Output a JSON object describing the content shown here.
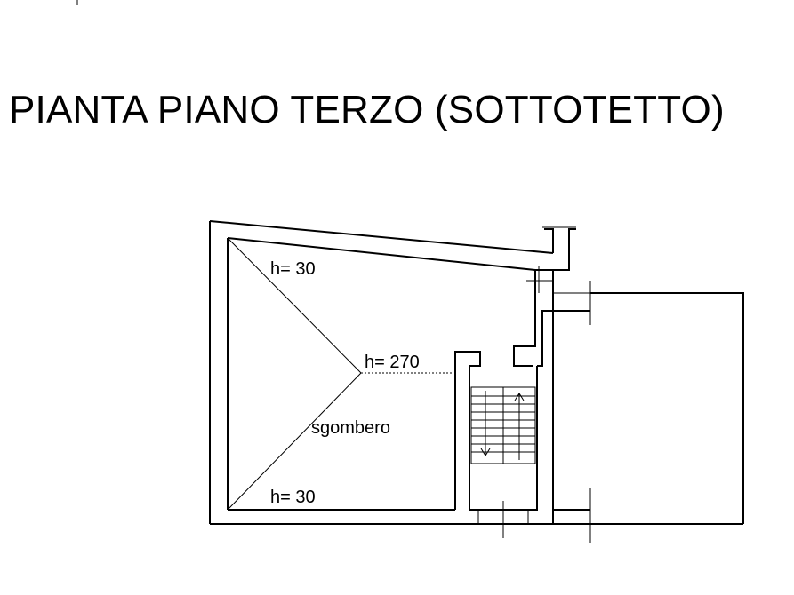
{
  "title": "PIANTA PIANO TERZO (SOTTOTETTO)",
  "labels": {
    "height_top": "h= 30",
    "height_ridge": "h= 270",
    "room_name": "sgombero",
    "height_bottom": "h= 30"
  },
  "colors": {
    "background": "#ffffff",
    "lines": "#000000"
  }
}
